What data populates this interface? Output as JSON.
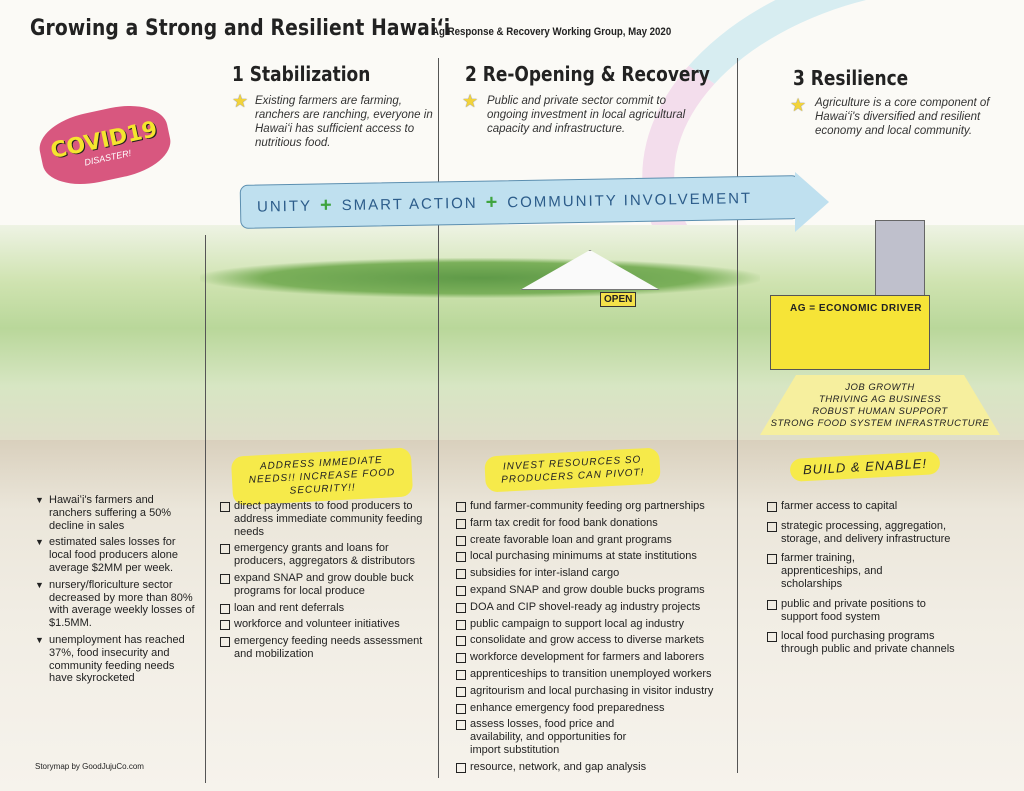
{
  "header": {
    "title": "Growing a Strong and Resilient Hawaiʻi",
    "subtitle": "Ag Response & Recovery Working Group, May 2020"
  },
  "covid": {
    "label": "COVID19",
    "sublabel": "DISASTER!"
  },
  "phases": [
    {
      "heading": "1 Stabilization",
      "description": "Existing farmers are farming, ranchers are ranching, everyone in Hawaiʻi has sufficient access to nutritious food.",
      "highlight": "ADDRESS IMMEDIATE NEEDS!! INCREASE FOOD SECURITY!!"
    },
    {
      "heading": "2 Re-Opening & Recovery",
      "description": "Public and private sector commit to ongoing investment in local agricultural capacity and infrastructure.",
      "highlight": "INVEST RESOURCES SO PRODUCERS CAN PIVOT!"
    },
    {
      "heading": "3 Resilience",
      "description": "Agriculture is a core component of Hawaiʻi's diversified and resilient economy and local community.",
      "highlight": "BUILD & ENABLE!"
    }
  ],
  "banner": {
    "items": [
      "UNITY",
      "SMART ACTION",
      "COMMUNITY INVOLVEMENT"
    ]
  },
  "illustration": {
    "open_sign": "OPEN",
    "store_sign": "AG = ECONOMIC DRIVER",
    "ramp_lines": [
      "JOB GROWTH",
      "THRIVING AG BUSINESS",
      "ROBUST HUMAN SUPPORT",
      "STRONG FOOD SYSTEM INFRASTRUCTURE"
    ]
  },
  "impacts": [
    "Hawaiʻi's farmers and ranchers suffering a 50% decline in sales",
    "estimated sales losses for local food producers alone average $2MM per week.",
    "nursery/floriculture sector decreased by more than 80% with average weekly losses of $1.5MM.",
    "unemployment has reached 37%, food insecurity and community feeding needs have skyrocketed"
  ],
  "stabilization_actions": [
    "direct payments to food producers to address immediate community feeding needs",
    "emergency grants and loans for producers, aggregators & distributors",
    "expand SNAP and grow double buck programs for local produce",
    "loan and rent deferrals",
    "workforce and volunteer initiatives",
    "emergency feeding needs assessment and mobilization"
  ],
  "recovery_actions": [
    "fund farmer-community feeding org partnerships",
    "farm tax credit for food bank donations",
    "create favorable loan and grant programs",
    "local purchasing minimums at state institutions",
    "subsidies for inter-island cargo",
    "expand SNAP and grow double bucks programs",
    "DOA and CIP shovel-ready ag industry projects",
    "public campaign to support local ag industry",
    "consolidate and grow access to diverse markets",
    "workforce development for farmers and laborers",
    "apprenticeships to transition unemployed workers",
    "agritourism and local purchasing in visitor industry",
    "enhance emergency food preparedness",
    "assess losses, food price and availability, and opportunities for import substitution",
    "resource, network, and gap analysis"
  ],
  "resilience_actions": [
    "farmer access to capital",
    "strategic processing, aggregation, storage, and delivery infrastructure",
    "farmer training, apprenticeships, and scholarships",
    "public and private positions to support food system",
    "local food purchasing programs through public and private channels"
  ],
  "footer": "Storymap by GoodJujuCo.com"
}
